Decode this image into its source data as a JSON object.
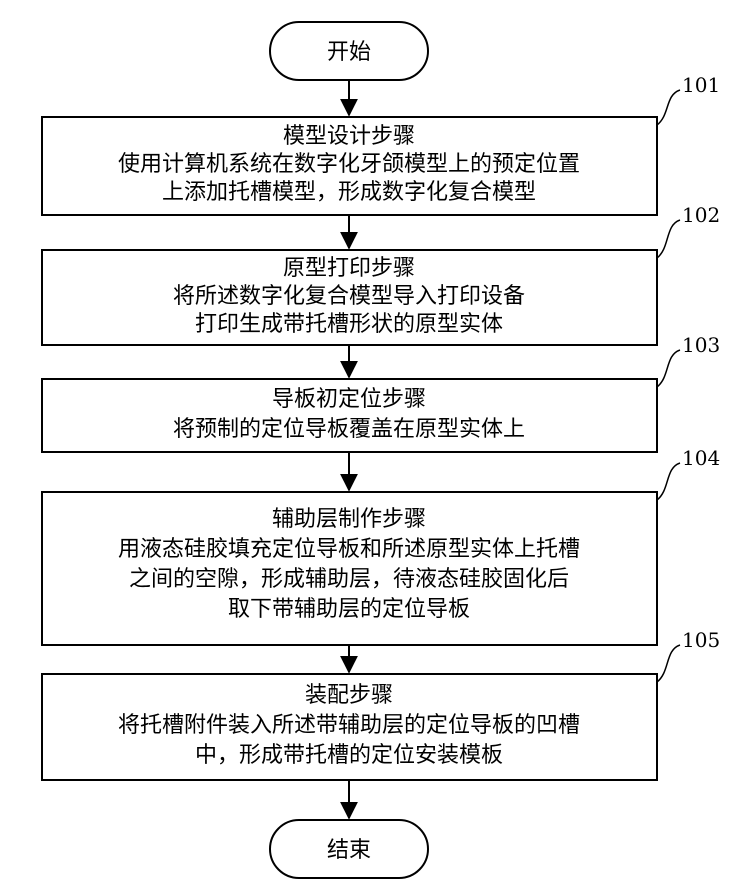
{
  "start": "开始",
  "end": "结束",
  "steps": [
    {
      "ref": "101",
      "title": "模型设计步骤",
      "lines": [
        "使用计算机系统在数字化牙颌模型上的预定位置",
        "上添加托槽模型，形成数字化复合模型"
      ]
    },
    {
      "ref": "102",
      "title": "原型打印步骤",
      "lines": [
        "将所述数字化复合模型导入打印设备",
        "打印生成带托槽形状的原型实体"
      ]
    },
    {
      "ref": "103",
      "title": "导板初定位步骤",
      "lines": [
        "将预制的定位导板覆盖在原型实体上"
      ]
    },
    {
      "ref": "104",
      "title": "辅助层制作步骤",
      "lines": [
        "用液态硅胶填充定位导板和所述原型实体上托槽",
        "之间的空隙，形成辅助层，待液态硅胶固化后",
        "取下带辅助层的定位导板"
      ]
    },
    {
      "ref": "105",
      "title": "装配步骤",
      "lines": [
        "将托槽附件装入所述带辅助层的定位导板的凹槽",
        "中，形成带托槽的定位安装模板"
      ]
    }
  ]
}
